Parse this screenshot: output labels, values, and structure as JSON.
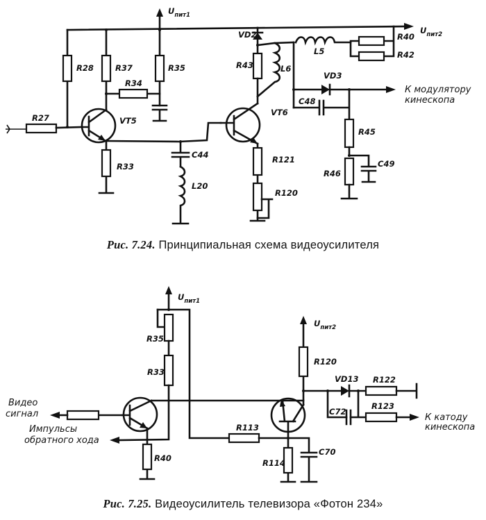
{
  "figures": [
    {
      "id": "fig_7_24",
      "caption_num": "Рис. 7.24.",
      "caption_text": " Принципиальная схема видеоусилителя",
      "supply1": {
        "main": "U",
        "sub": "пит1"
      },
      "supply2": {
        "main": "U",
        "sub": "пит2"
      },
      "labels": {
        "R27": "R27",
        "R28": "R28",
        "R37": "R37",
        "R34": "R34",
        "R35": "R35",
        "R33": "R33",
        "VT5": "VT5",
        "C44": "C44",
        "L20": "L20",
        "VD2": "VD2",
        "R43": "R43",
        "L6": "L6",
        "VT6": "VT6",
        "R121": "R121",
        "R120": "R120",
        "L5": "L5",
        "R40": "R40",
        "R42": "R42",
        "VD3": "VD3",
        "C48": "C48",
        "R45": "R45",
        "R46": "R46",
        "C49": "C49"
      },
      "output_note": [
        "К модулятору",
        "кинескопа"
      ]
    },
    {
      "id": "fig_7_25",
      "caption_num": "Рис. 7.25.",
      "caption_text": " Видеоусилитель телевизора «Фотон 234»",
      "supply1": {
        "main": "U",
        "sub": "пит1"
      },
      "supply2": {
        "main": "U",
        "sub": "пит2"
      },
      "labels": {
        "R35": "R35",
        "R33": "R33",
        "R40": "R40",
        "R113": "R113",
        "R114": "R114",
        "C70": "C70",
        "R120": "R120",
        "VD13": "VD13",
        "R122": "R122",
        "R123": "R123",
        "C72": "C72"
      },
      "video_note": [
        "Видео",
        "сигнал"
      ],
      "pulse_note": [
        "Импульсы",
        "обратного хода"
      ],
      "output_note": [
        "К катоду",
        "кинескопа"
      ]
    }
  ]
}
